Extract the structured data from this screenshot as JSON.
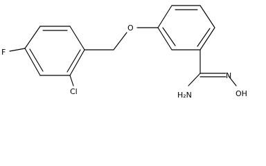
{
  "atoms": {
    "fluorine": "F",
    "chlorine": "Cl",
    "ether_oxygen": "O",
    "oxime_group": "N",
    "hydroxyl": "OH",
    "amine_group": "H₂N"
  }
}
